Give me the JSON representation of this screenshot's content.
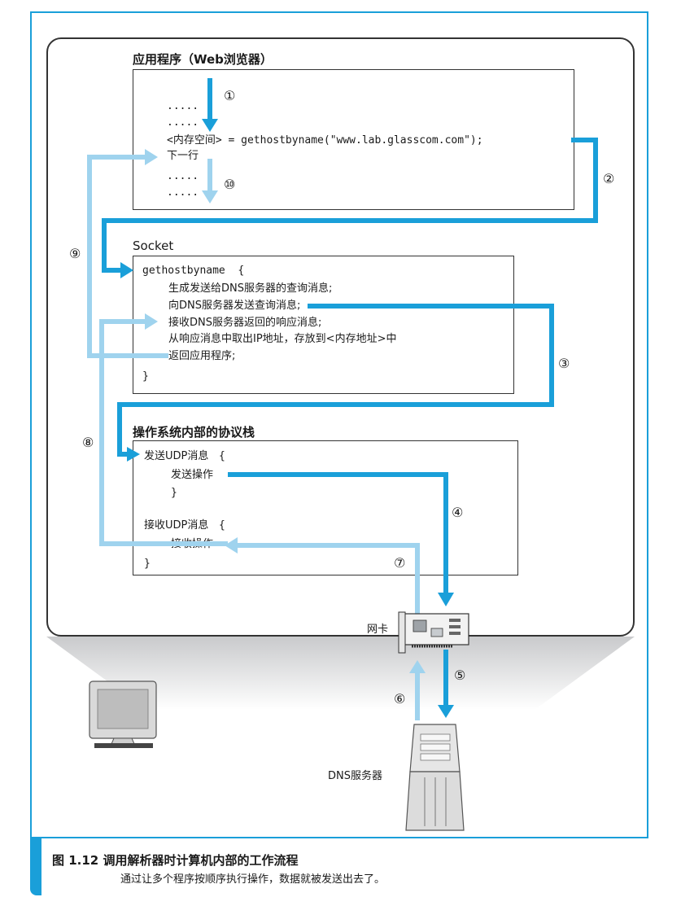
{
  "sections": {
    "app_title": "应用程序（Web浏览器）",
    "socket_title": "Socket",
    "os_title": "操作系统内部的协议栈",
    "nic_label": "网卡",
    "dns_label": "DNS服务器"
  },
  "app_code": {
    "line1": ".....",
    "line2": ".....",
    "line3": "<内存空间> = gethostbyname(\"www.lab.glasscom.com\");",
    "line4": "下一行",
    "line5": ".....",
    "line6": "....."
  },
  "socket_code": {
    "line1": "gethostbyname  {",
    "line2": "生成发送给DNS服务器的查询消息;",
    "line3": "向DNS服务器发送查询消息;",
    "line4": "接收DNS服务器返回的响应消息;",
    "line5": "从响应消息中取出IP地址，存放到<内存地址>中",
    "line6": "返回应用程序;",
    "line7": "}"
  },
  "os_code": {
    "send_head": "发送UDP消息   {",
    "send_op": "发送操作",
    "send_close": "}",
    "recv_head": "接收UDP消息   {",
    "recv_op": "接收操作",
    "recv_close": "}"
  },
  "steps": [
    "①",
    "②",
    "③",
    "④",
    "⑤",
    "⑥",
    "⑦",
    "⑧",
    "⑨",
    "⑩"
  ],
  "caption": {
    "title": "图 1.12   调用解析器时计算机内部的工作流程",
    "subtitle": "通过让多个程序按顺序执行操作，数据就被发送出去了。"
  },
  "colors": {
    "dark_arrow": "#1a9fd9",
    "light_arrow": "#9fd3ee",
    "frame": "#1a9fd9"
  },
  "icons": [
    "computer-monitor-icon",
    "network-card-icon",
    "dns-server-icon"
  ]
}
